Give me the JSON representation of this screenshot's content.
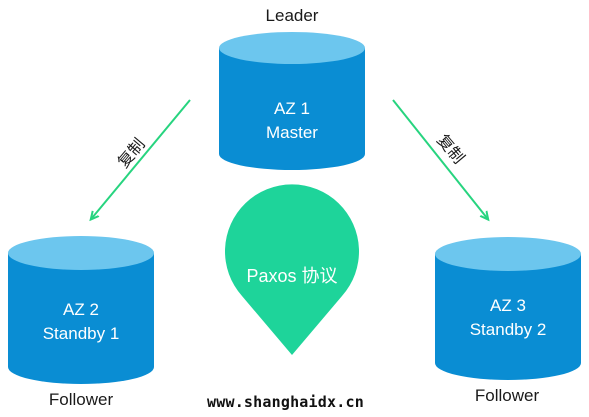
{
  "nodes": {
    "leader": {
      "role": "Leader",
      "line1": "AZ 1",
      "line2": "Master"
    },
    "follower_left": {
      "role": "Follower",
      "line1": "AZ 2",
      "line2": "Standby 1"
    },
    "follower_right": {
      "role": "Follower",
      "line1": "AZ 3",
      "line2": "Standby 2"
    }
  },
  "edges": {
    "left": {
      "label": "复制"
    },
    "right": {
      "label": "复制"
    }
  },
  "badge": {
    "label": "Paxos 协议"
  },
  "footer": {
    "watermark": "www.shanghaidx.cn"
  },
  "colors": {
    "cylinder_body": "#0a8dd3",
    "cylinder_top": "#6cc6ee",
    "arrow": "#27d47f",
    "badge": "#1ed49a"
  }
}
